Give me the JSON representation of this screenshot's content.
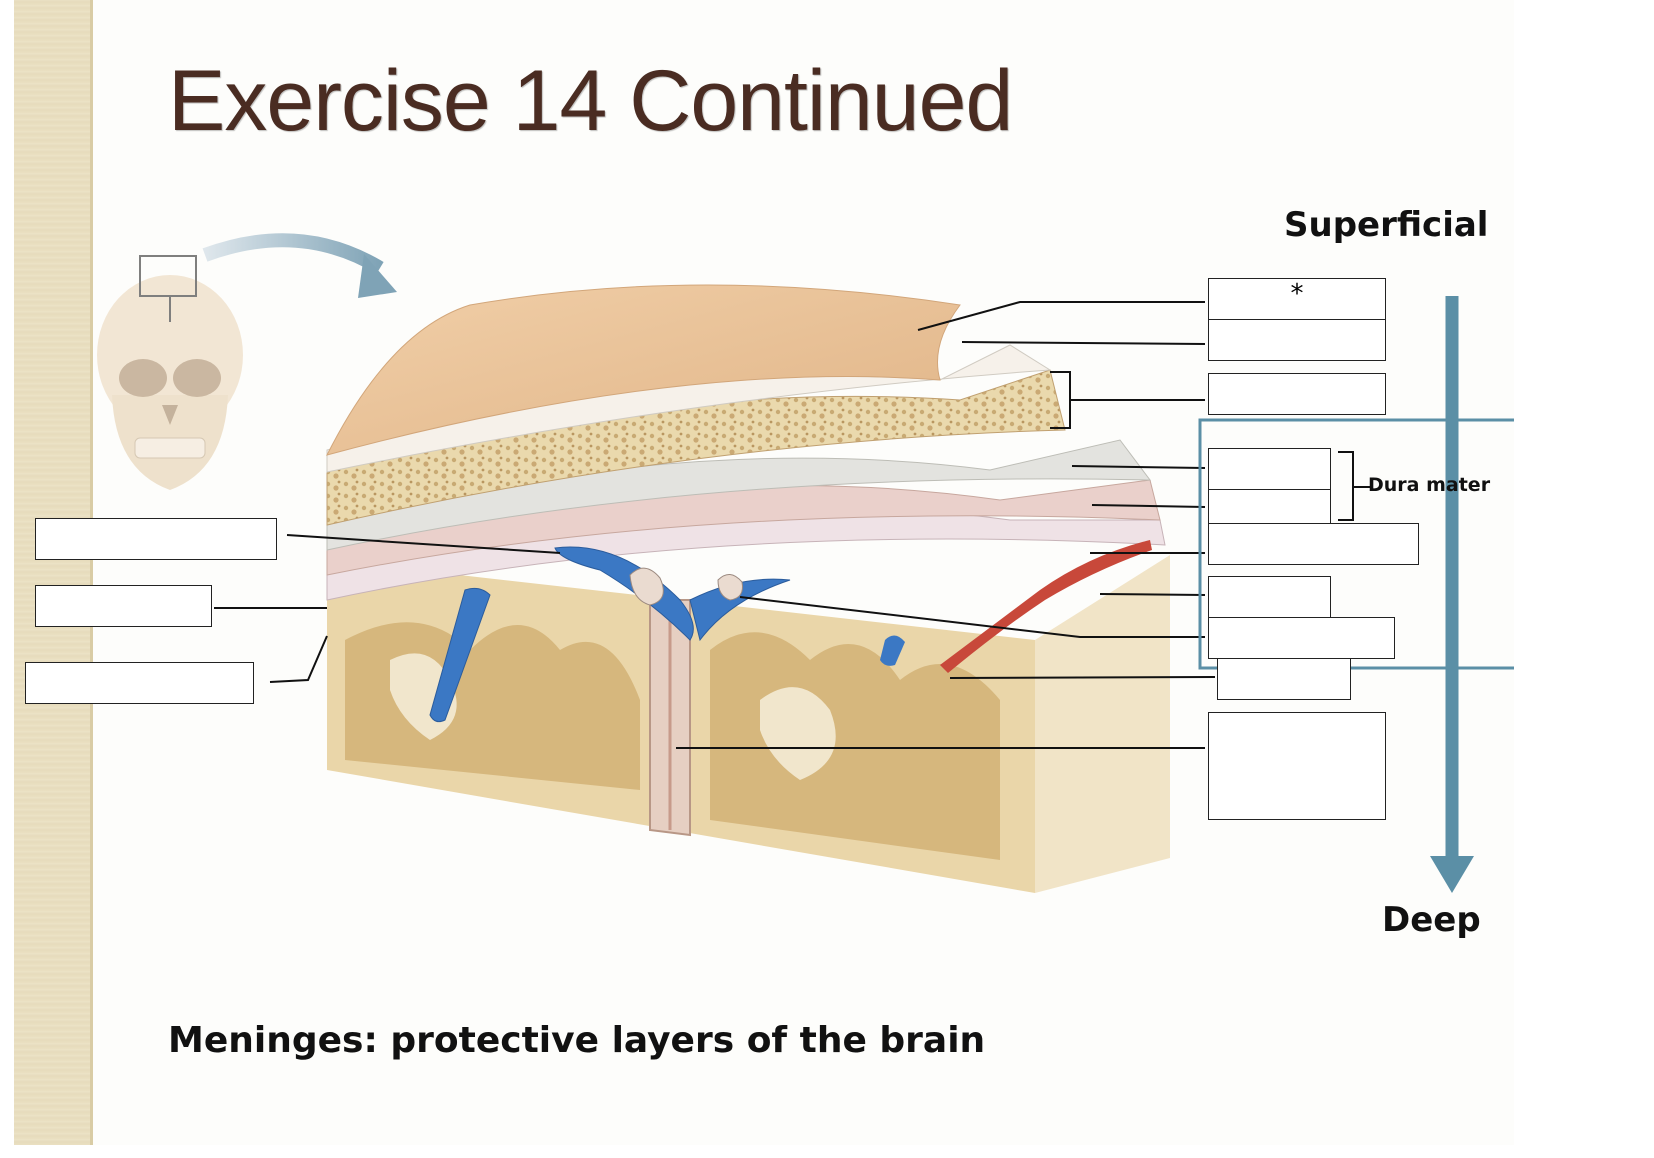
{
  "slide": {
    "title": "Exercise 14 Continued",
    "caption": "Meninges: protective layers of the brain"
  },
  "orientation": {
    "superficial_label": "Superficial",
    "deep_label": "Deep"
  },
  "diagram": {
    "dura_mater_label": "Dura mater",
    "starred_box_text": "*",
    "colors": {
      "skin": "#e9c29a",
      "bone": "#ead8ad",
      "dura": "#e4e4e0",
      "vessel_blue": "#3b78c4",
      "artery_red": "#c8483a",
      "arrow_blue": "#5b8fa6",
      "title_brown": "#4a2c22"
    }
  }
}
